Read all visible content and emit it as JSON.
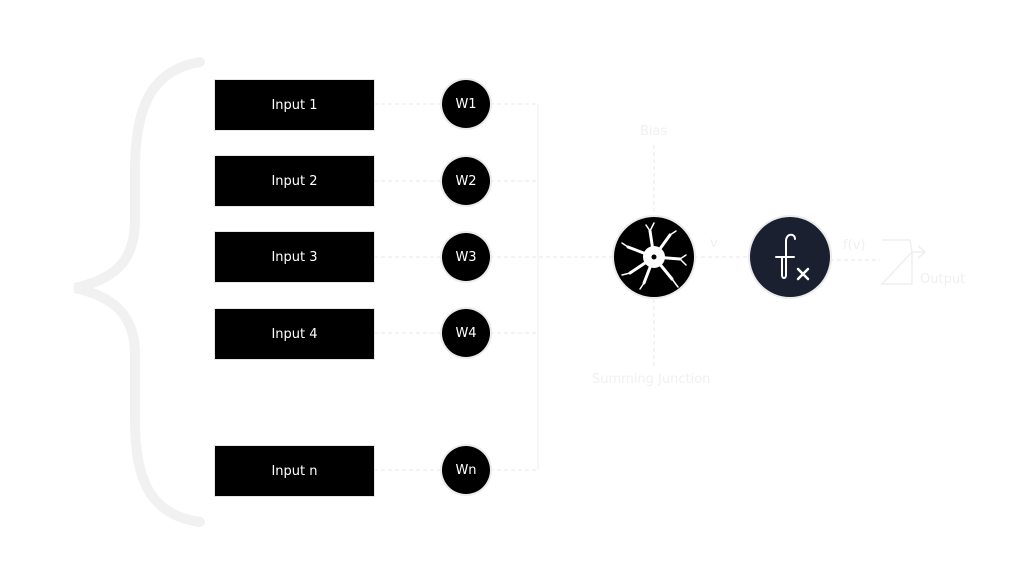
{
  "inputs": [
    {
      "label": "Input 1",
      "weight": "W1"
    },
    {
      "label": "Input 2",
      "weight": "W2"
    },
    {
      "label": "Input 3",
      "weight": "W3"
    },
    {
      "label": "Input 4",
      "weight": "W4"
    },
    {
      "label": "Input n",
      "weight": "Wn"
    }
  ],
  "labels": {
    "bias": "Bias",
    "summing_junction": "Summing Junction",
    "v": "v",
    "fv": "f(v)",
    "output": "Output"
  },
  "colors": {
    "box": "#000000",
    "neuron": "#000000",
    "activation": "#1b2030",
    "connector": "#e8e8e8"
  }
}
